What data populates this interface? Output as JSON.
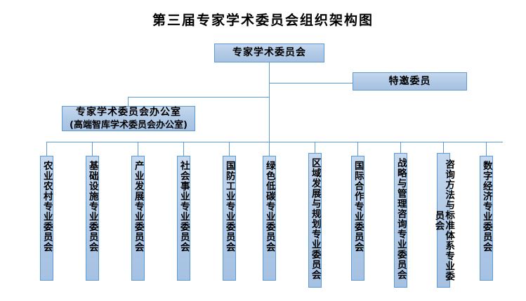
{
  "title": "第三届专家学术委员会组织架构图",
  "colors": {
    "box_fill_top": "#c5d8ee",
    "box_fill_bottom": "#a6c1e2",
    "box_border": "#5b9bd5",
    "connector": "#5b9bd5",
    "text": "#000000",
    "background": "#ffffff"
  },
  "nodes": {
    "root": {
      "label": "专家学术委员会"
    },
    "invited": {
      "label": "特邀委员"
    },
    "office": {
      "line1": "专家学术委员会办公室",
      "line2": "(高端智库学术委员会办公室)"
    }
  },
  "committees": [
    {
      "label": "农业农村专业委员会"
    },
    {
      "label": "基础设施专业委员会"
    },
    {
      "label": "产业发展专业委员会"
    },
    {
      "label": "社会事业专业委员会"
    },
    {
      "label": "国防工业专业委员会"
    },
    {
      "label": "绿色低碳专业委员会"
    },
    {
      "label": "区域发展与规划专业委员会"
    },
    {
      "label": "国际合作专业委员会"
    },
    {
      "label": "战略与管理咨询专业委员会"
    },
    {
      "label": "咨询方法与标准体系专业委员会"
    },
    {
      "label": "数字经济专业委员会"
    }
  ],
  "chart_data": {
    "type": "diagram",
    "title": "第三届专家学术委员会组织架构图",
    "structure": "org-chart",
    "levels": [
      {
        "level": 1,
        "nodes": [
          "专家学术委员会"
        ]
      },
      {
        "level": 2,
        "nodes": [
          "特邀委员",
          "专家学术委员会办公室（高端智库学术委员会办公室）"
        ]
      },
      {
        "level": 3,
        "nodes": [
          "农业农村专业委员会",
          "基础设施专业委员会",
          "产业发展专业委员会",
          "社会事业专业委员会",
          "国防工业专业委员会",
          "绿色低碳专业委员会",
          "区域发展与规划专业委员会",
          "国际合作专业委员会",
          "战略与管理咨询专业委员会",
          "咨询方法与标准体系专业委员会",
          "数字经济专业委员会"
        ]
      }
    ]
  }
}
